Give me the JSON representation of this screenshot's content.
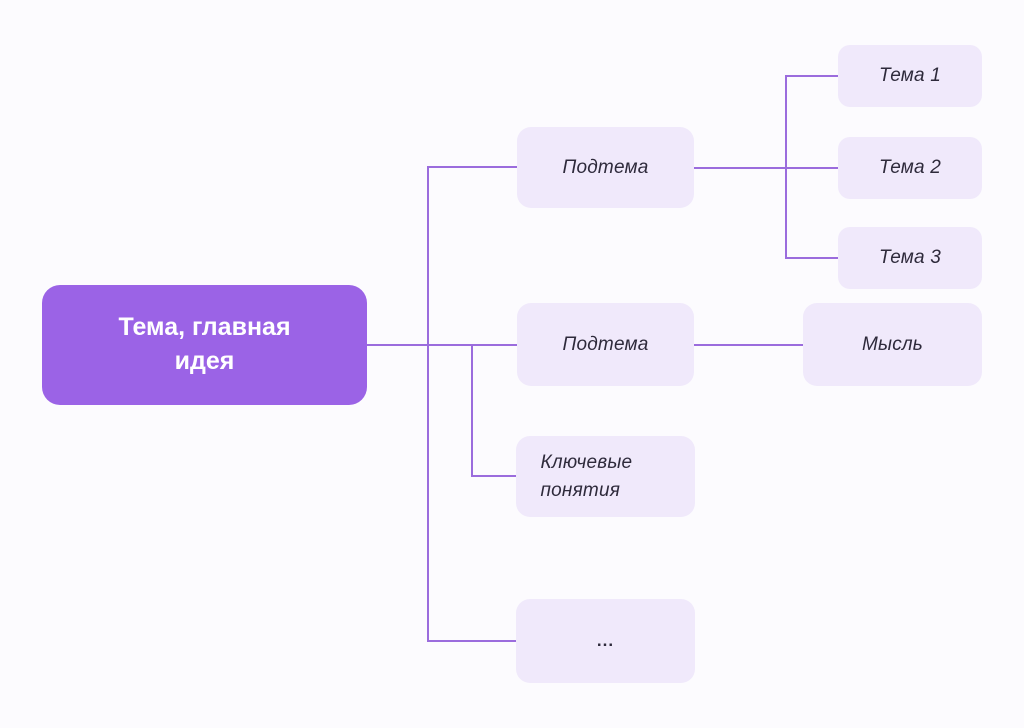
{
  "diagram": {
    "type": "mind-map",
    "colors": {
      "background": "#fcfbfe",
      "root_fill": "#9b63e6",
      "root_text": "#ffffff",
      "node_fill": "#f0e9fb",
      "node_text": "#2e2a3b",
      "line": "#9b6cdd"
    },
    "nodes": {
      "root": {
        "label": "Тема, главная идея"
      },
      "subtopic_top": {
        "label": "Подтема"
      },
      "subtopic_middle": {
        "label": "Подтема"
      },
      "key_concepts": {
        "label": "Ключевые понятия"
      },
      "ellipsis": {
        "label": "..."
      },
      "topic_1": {
        "label": "Тема 1"
      },
      "topic_2": {
        "label": "Тема 2"
      },
      "topic_3": {
        "label": "Тема 3"
      },
      "thought": {
        "label": "Мысль"
      }
    },
    "edges": [
      {
        "from": "root",
        "to": "subtopic_top"
      },
      {
        "from": "root",
        "to": "subtopic_middle"
      },
      {
        "from": "root",
        "to": "key_concepts"
      },
      {
        "from": "root",
        "to": "ellipsis"
      },
      {
        "from": "subtopic_top",
        "to": "topic_1"
      },
      {
        "from": "subtopic_top",
        "to": "topic_2"
      },
      {
        "from": "subtopic_top",
        "to": "topic_3"
      },
      {
        "from": "subtopic_middle",
        "to": "thought"
      }
    ]
  }
}
